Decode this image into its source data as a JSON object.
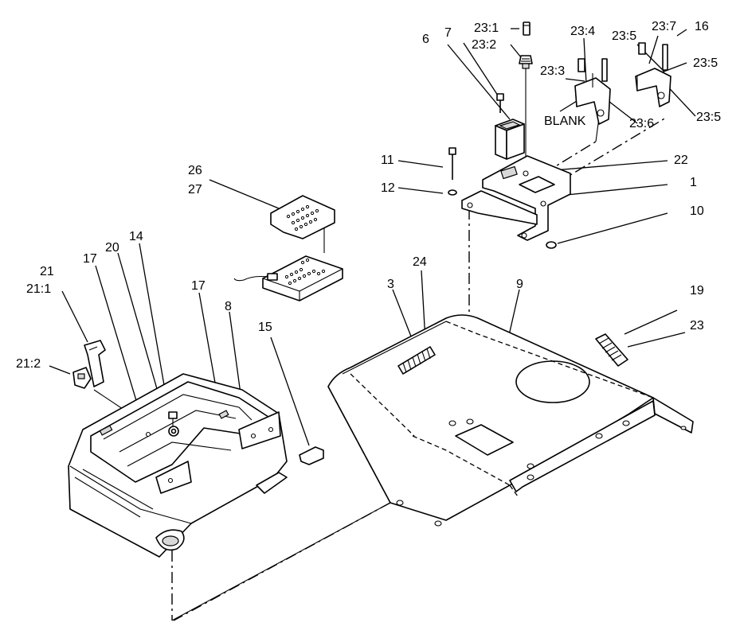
{
  "callouts": [
    {
      "id": "c-23-1",
      "text": "23:1"
    },
    {
      "id": "c-23-2",
      "text": "23:2"
    },
    {
      "id": "c-6",
      "text": "6"
    },
    {
      "id": "c-7",
      "text": "7"
    },
    {
      "id": "c-23-4",
      "text": "23:4"
    },
    {
      "id": "c-23-5a",
      "text": "23:5"
    },
    {
      "id": "c-23-7",
      "text": "23:7"
    },
    {
      "id": "c-16",
      "text": "16"
    },
    {
      "id": "c-23-3",
      "text": "23:3"
    },
    {
      "id": "c-23-5b",
      "text": "23:5"
    },
    {
      "id": "c-blank",
      "text": "BLANK"
    },
    {
      "id": "c-23-6",
      "text": "23:6"
    },
    {
      "id": "c-23-5c",
      "text": "23:5"
    },
    {
      "id": "c-11",
      "text": "11"
    },
    {
      "id": "c-22",
      "text": "22"
    },
    {
      "id": "c-26",
      "text": "26"
    },
    {
      "id": "c-27",
      "text": "27"
    },
    {
      "id": "c-12",
      "text": "12"
    },
    {
      "id": "c-1",
      "text": "1"
    },
    {
      "id": "c-10",
      "text": "10"
    },
    {
      "id": "c-14",
      "text": "14"
    },
    {
      "id": "c-21",
      "text": "21"
    },
    {
      "id": "c-17a",
      "text": "17"
    },
    {
      "id": "c-20",
      "text": "20"
    },
    {
      "id": "c-21-1",
      "text": "21:1"
    },
    {
      "id": "c-24",
      "text": "24"
    },
    {
      "id": "c-3",
      "text": "3"
    },
    {
      "id": "c-9",
      "text": "9"
    },
    {
      "id": "c-17b",
      "text": "17"
    },
    {
      "id": "c-8",
      "text": "8"
    },
    {
      "id": "c-19",
      "text": "19"
    },
    {
      "id": "c-15",
      "text": "15"
    },
    {
      "id": "c-23",
      "text": "23"
    },
    {
      "id": "c-21-2",
      "text": "21:2"
    }
  ]
}
